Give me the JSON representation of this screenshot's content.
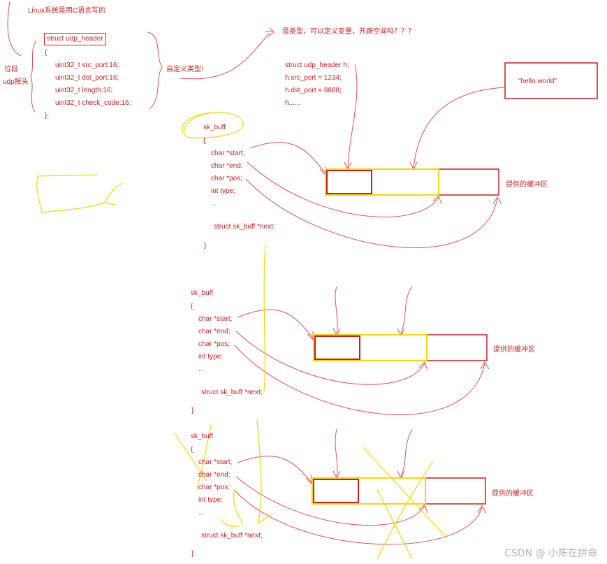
{
  "notes": {
    "linux_note": "Linux系统是用C语言写的",
    "bitfield": "位段",
    "udp_header_label": "udp报头",
    "custom_type": "自定义类型!",
    "question": "是类型，可以定义变量，开辟空间吗？？？"
  },
  "udp_struct": {
    "header": "struct udp_header",
    "open": "{",
    "fields": [
      "uint32_t src_port:16;",
      "uint32_t dst_port:16;",
      "uint32_t length:16;",
      "uint32_t check_code:16;"
    ],
    "close": "};"
  },
  "usage": [
    "struct udp_header h;",
    "h.src_port = 1234;",
    "h.dst_port = 8888;",
    "h......"
  ],
  "hello_box": "\"hello world\"",
  "skbuffs": [
    {
      "name": "sk_buff",
      "open": "{",
      "fields": [
        "char *start;",
        "char *end;",
        "char *pos;",
        "int type;",
        "..."
      ],
      "next": "struct sk_buff *next;",
      "close": "}",
      "buffer_label": "提供的缓冲区"
    },
    {
      "name": "sk_buff",
      "open": "{",
      "fields": [
        "char *start;",
        "char *end;",
        "char *pos;",
        "int type;",
        "..."
      ],
      "next": "struct sk_buff *next;",
      "close": "}",
      "buffer_label": "提供的缓冲区"
    },
    {
      "name": "sk_buff",
      "open": "{",
      "fields": [
        "char *start;",
        "char *end;",
        "char *pos;",
        "int type;",
        "..."
      ],
      "next": "struct sk_buff *next;",
      "close": "}",
      "buffer_label": "提供的缓冲区"
    }
  ],
  "colors": {
    "red": "#c8201f",
    "yellow": "#f5d800",
    "gray": "#b5b5b5"
  },
  "watermark": "CSDN @ 小陈在拼命"
}
